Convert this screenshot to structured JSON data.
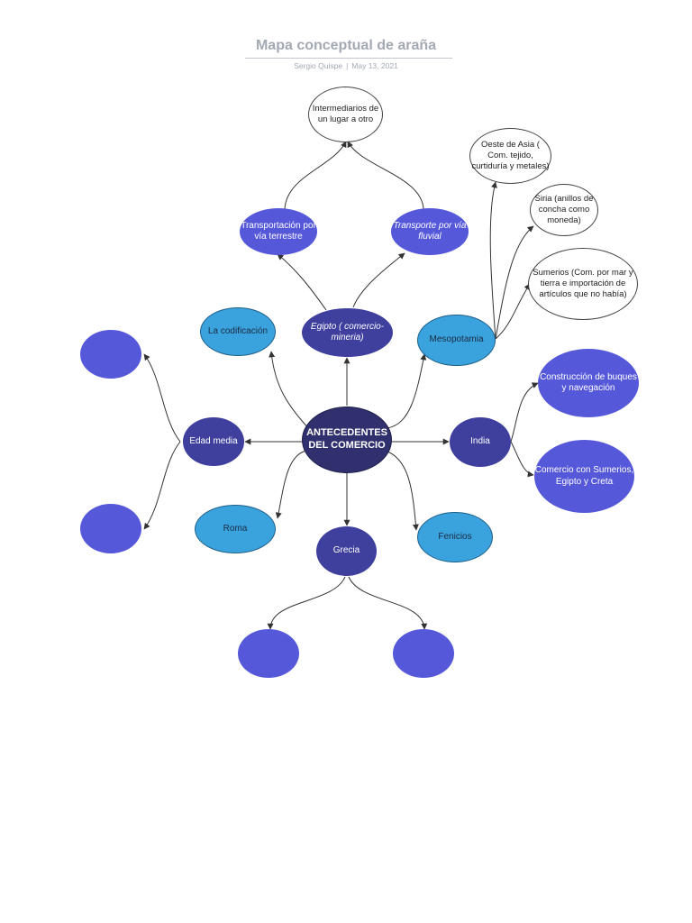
{
  "header": {
    "title": "Mapa conceptual de araña",
    "author": "Sergio Quispe",
    "separator": "|",
    "date": "May 13, 2021"
  },
  "nodes": {
    "center": "ANTECEDENTES DEL COMERCIO",
    "egipto": "Egipto ( comercio-mineria)",
    "transporte_terrestre": "Transportación por vía terrestre",
    "transporte_fluvial": "Transporte por vía fluvial",
    "intermediarios": "Intermediarios de un lugar a otro",
    "codificacion": "La codificación",
    "mesopotamia": "Mesopotamia",
    "oeste_asia": "Oeste de Asia ( Com. tejido, curtiduría y metales)",
    "siria": "Siria (anillos de concha como moneda)",
    "sumerios": "Sumerios (Com. por mar y tierra e importación de artículos que no había)",
    "edad_media": "Edad media",
    "edad_media_top": "",
    "edad_media_bottom": "",
    "india": "India",
    "construccion": "Construcción de buques y navegación",
    "comercio_sumerios": "Comercio con Sumerios, Egipto y Creta",
    "roma": "Roma",
    "fenicios": "Fenicios",
    "grecia": "Grecia",
    "grecia_left": "",
    "grecia_right": ""
  },
  "colors": {
    "dark": "#3f3f9e",
    "blue": "#5558d9",
    "cyan": "#3aa3de",
    "center": "#30306e",
    "connector": "#333333"
  }
}
